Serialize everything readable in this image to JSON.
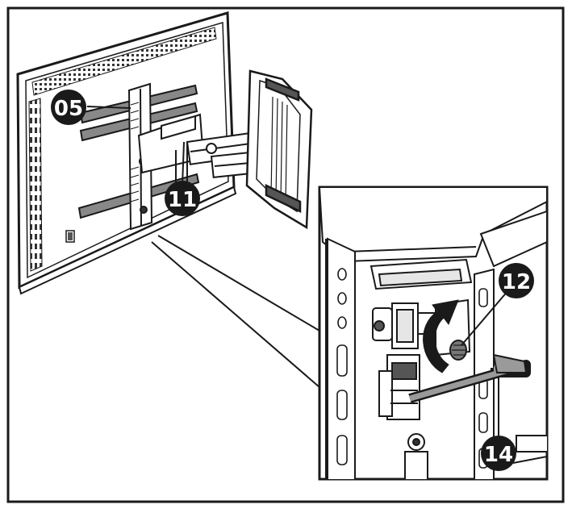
{
  "diagram": {
    "callouts": [
      {
        "id": "05",
        "label": "05"
      },
      {
        "id": "11",
        "label": "11"
      },
      {
        "id": "12",
        "label": "12"
      },
      {
        "id": "14",
        "label": "14"
      }
    ],
    "colors": {
      "ink": "#1a1a1a",
      "paper": "#ffffff",
      "mid_gray": "#9a9a9a",
      "light_gray": "#e6e6e6",
      "dark_gray": "#555555"
    }
  }
}
